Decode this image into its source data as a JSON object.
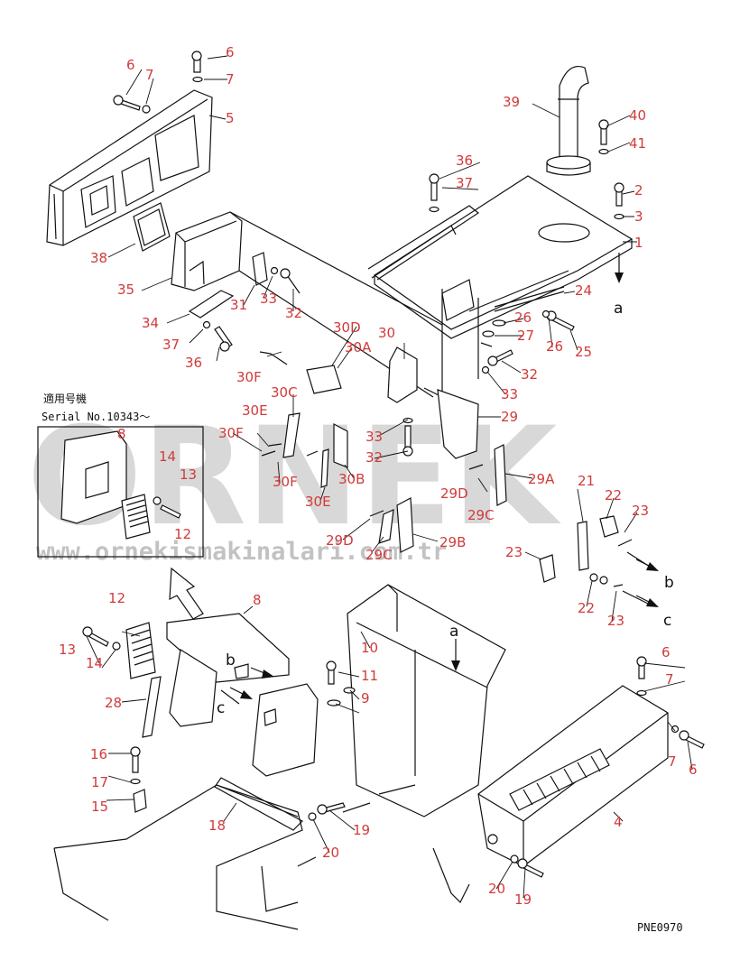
{
  "inset": {
    "title_jp": "適用号機",
    "serial_label": "Serial No.10343～"
  },
  "watermark": {
    "brand": "ORNEK",
    "url": "www.ornekismakinalari.com.tr"
  },
  "drawing_code": "PNE0970",
  "ref_letters": [
    "a",
    "b",
    "c"
  ],
  "callouts": [
    "1",
    "2",
    "3",
    "4",
    "5",
    "6",
    "7",
    "8",
    "9",
    "10",
    "11",
    "12",
    "13",
    "14",
    "15",
    "16",
    "17",
    "18",
    "19",
    "20",
    "21",
    "22",
    "23",
    "24",
    "25",
    "26",
    "27",
    "28",
    "29",
    "29A",
    "29B",
    "29C",
    "29D",
    "30",
    "30A",
    "30B",
    "30C",
    "30D",
    "30E",
    "30F",
    "31",
    "32",
    "33",
    "34",
    "35",
    "36",
    "37",
    "38",
    "39",
    "40",
    "41"
  ]
}
